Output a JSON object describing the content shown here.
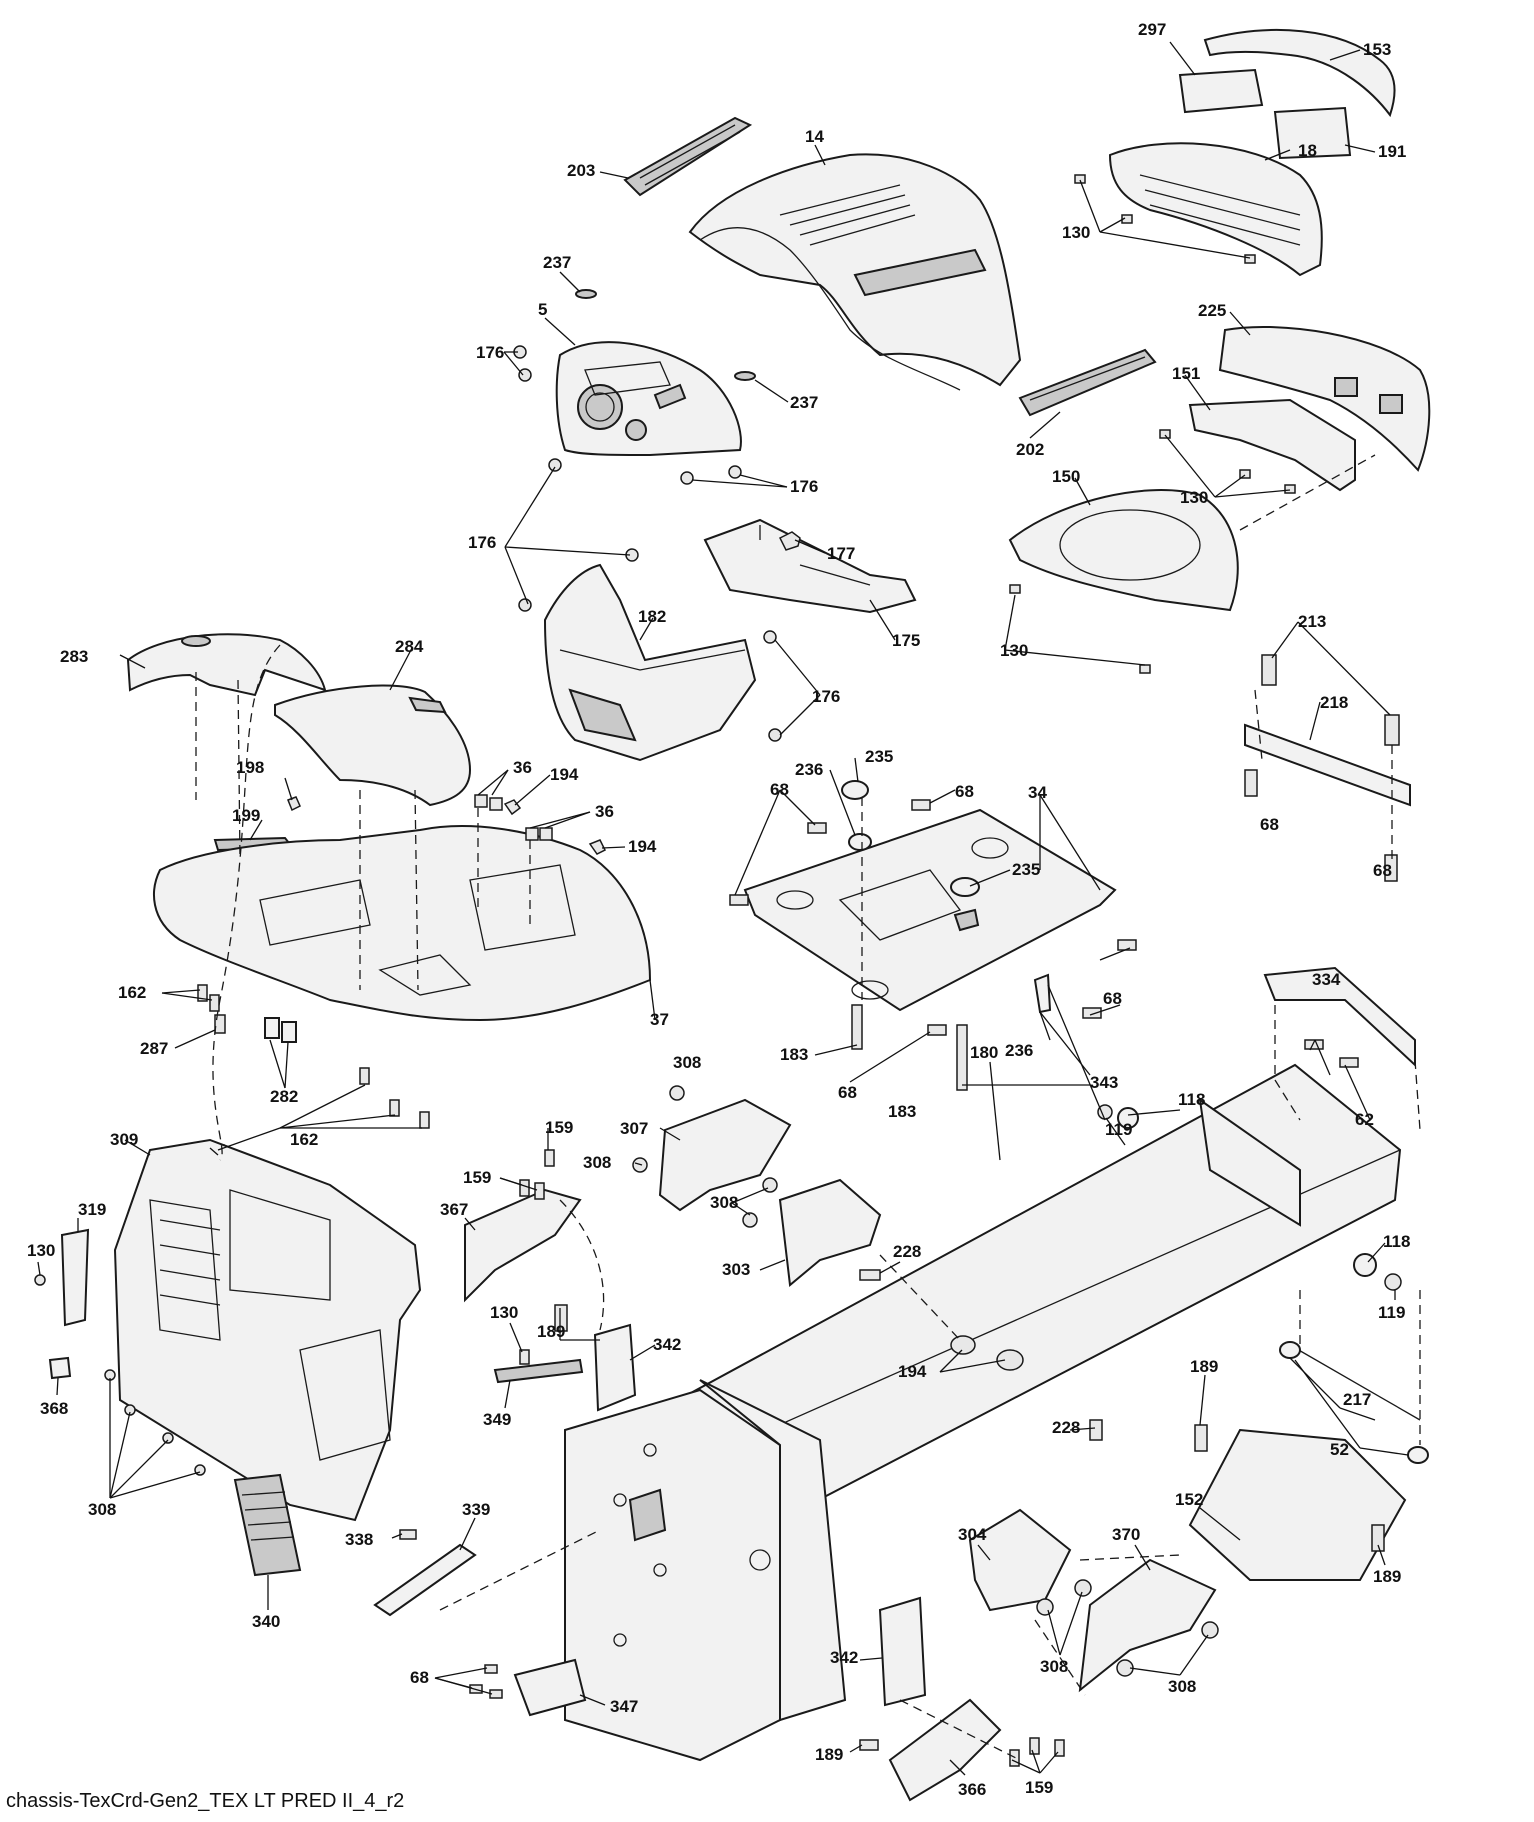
{
  "diagram": {
    "type": "exploded parts diagram",
    "footer_label": "chassis-TexCrd-Gen2_TEX LT PRED II_4_r2",
    "callouts": [
      {
        "id": "c297",
        "label": "297"
      },
      {
        "id": "c153",
        "label": "153"
      },
      {
        "id": "c191",
        "label": "191"
      },
      {
        "id": "c18",
        "label": "18"
      },
      {
        "id": "c130a",
        "label": "130"
      },
      {
        "id": "c14",
        "label": "14"
      },
      {
        "id": "c203",
        "label": "203"
      },
      {
        "id": "c237a",
        "label": "237"
      },
      {
        "id": "c5",
        "label": "5"
      },
      {
        "id": "c176a",
        "label": "176"
      },
      {
        "id": "c237b",
        "label": "237"
      },
      {
        "id": "c176b",
        "label": "176"
      },
      {
        "id": "c202",
        "label": "202"
      },
      {
        "id": "c225",
        "label": "225"
      },
      {
        "id": "c151",
        "label": "151"
      },
      {
        "id": "c130b",
        "label": "130"
      },
      {
        "id": "c150",
        "label": "150"
      },
      {
        "id": "c176c",
        "label": "176"
      },
      {
        "id": "c177",
        "label": "177"
      },
      {
        "id": "c182",
        "label": "182"
      },
      {
        "id": "c175",
        "label": "175"
      },
      {
        "id": "c130c",
        "label": "130"
      },
      {
        "id": "c176d",
        "label": "176"
      },
      {
        "id": "c213",
        "label": "213"
      },
      {
        "id": "c218",
        "label": "218"
      },
      {
        "id": "c283",
        "label": "283"
      },
      {
        "id": "c284",
        "label": "284"
      },
      {
        "id": "c235a",
        "label": "235"
      },
      {
        "id": "c236a",
        "label": "236"
      },
      {
        "id": "c68a",
        "label": "68"
      },
      {
        "id": "c34",
        "label": "34"
      },
      {
        "id": "c68b",
        "label": "68"
      },
      {
        "id": "c198",
        "label": "198"
      },
      {
        "id": "c36a",
        "label": "36"
      },
      {
        "id": "c194a",
        "label": "194"
      },
      {
        "id": "c36b",
        "label": "36"
      },
      {
        "id": "c194b",
        "label": "194"
      },
      {
        "id": "c199",
        "label": "199"
      },
      {
        "id": "c68c",
        "label": "68"
      },
      {
        "id": "c235b",
        "label": "235"
      },
      {
        "id": "c68d",
        "label": "68"
      },
      {
        "id": "c162a",
        "label": "162"
      },
      {
        "id": "c37",
        "label": "37"
      },
      {
        "id": "c68e",
        "label": "68"
      },
      {
        "id": "c287",
        "label": "287"
      },
      {
        "id": "c282",
        "label": "282"
      },
      {
        "id": "c183a",
        "label": "183"
      },
      {
        "id": "c68f",
        "label": "68"
      },
      {
        "id": "c236b",
        "label": "236"
      },
      {
        "id": "c343",
        "label": "343"
      },
      {
        "id": "c334",
        "label": "334"
      },
      {
        "id": "c308a",
        "label": "308"
      },
      {
        "id": "c183b",
        "label": "183"
      },
      {
        "id": "c162b",
        "label": "162"
      },
      {
        "id": "c159a",
        "label": "159"
      },
      {
        "id": "c307",
        "label": "307"
      },
      {
        "id": "c118a",
        "label": "118"
      },
      {
        "id": "c62",
        "label": "62"
      },
      {
        "id": "c119a",
        "label": "119"
      },
      {
        "id": "c309",
        "label": "309"
      },
      {
        "id": "c308b",
        "label": "308"
      },
      {
        "id": "c159b",
        "label": "159"
      },
      {
        "id": "c180",
        "label": "180"
      },
      {
        "id": "c319",
        "label": "319"
      },
      {
        "id": "c367",
        "label": "367"
      },
      {
        "id": "c308c",
        "label": "308"
      },
      {
        "id": "c130d",
        "label": "130"
      },
      {
        "id": "c228a",
        "label": "228"
      },
      {
        "id": "c303",
        "label": "303"
      },
      {
        "id": "c118b",
        "label": "118"
      },
      {
        "id": "c119b",
        "label": "119"
      },
      {
        "id": "c130e",
        "label": "130"
      },
      {
        "id": "c189a",
        "label": "189"
      },
      {
        "id": "c342a",
        "label": "342"
      },
      {
        "id": "c194c",
        "label": "194"
      },
      {
        "id": "c189b",
        "label": "189"
      },
      {
        "id": "c368",
        "label": "368"
      },
      {
        "id": "c349",
        "label": "349"
      },
      {
        "id": "c217",
        "label": "217"
      },
      {
        "id": "c228b",
        "label": "228"
      },
      {
        "id": "c52",
        "label": "52"
      },
      {
        "id": "c308d",
        "label": "308"
      },
      {
        "id": "c339",
        "label": "339"
      },
      {
        "id": "c152",
        "label": "152"
      },
      {
        "id": "c338",
        "label": "338"
      },
      {
        "id": "c304",
        "label": "304"
      },
      {
        "id": "c370",
        "label": "370"
      },
      {
        "id": "c189c",
        "label": "189"
      },
      {
        "id": "c340",
        "label": "340"
      },
      {
        "id": "c342b",
        "label": "342"
      },
      {
        "id": "c308e",
        "label": "308"
      },
      {
        "id": "c308f",
        "label": "308"
      },
      {
        "id": "c68g",
        "label": "68"
      },
      {
        "id": "c347",
        "label": "347"
      },
      {
        "id": "c189d",
        "label": "189"
      },
      {
        "id": "c366",
        "label": "366"
      },
      {
        "id": "c159c",
        "label": "159"
      }
    ]
  }
}
